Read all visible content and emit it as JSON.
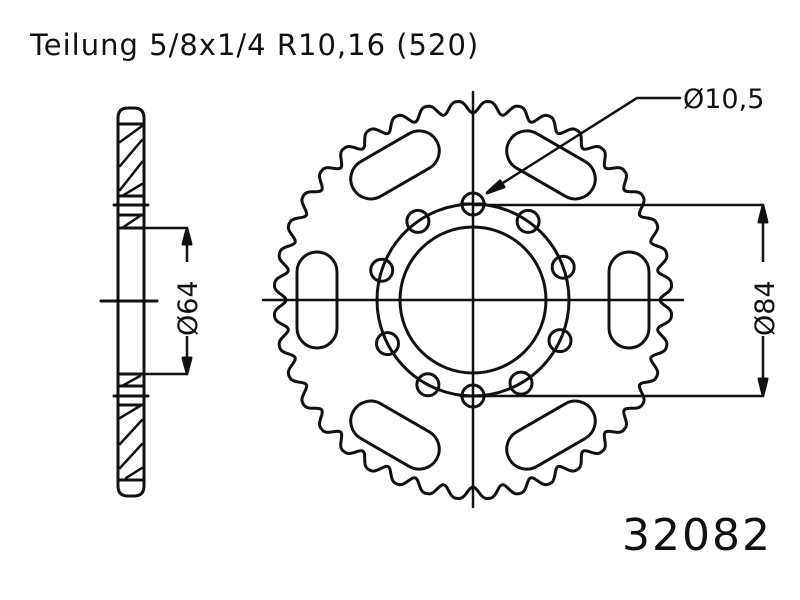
{
  "header": {
    "title": "Teilung 5/8x1/4 R10,16 (520)"
  },
  "footer": {
    "part_number": "32082"
  },
  "dimensions": {
    "hole_diameter": "Ø10,5",
    "bolt_circle_diameter": "Ø84",
    "hub_diameter": "Ø64"
  },
  "sprocket": {
    "teeth_count": 40,
    "bolt_holes": 10,
    "lightening_slots": 6,
    "line_color": "#111111"
  }
}
